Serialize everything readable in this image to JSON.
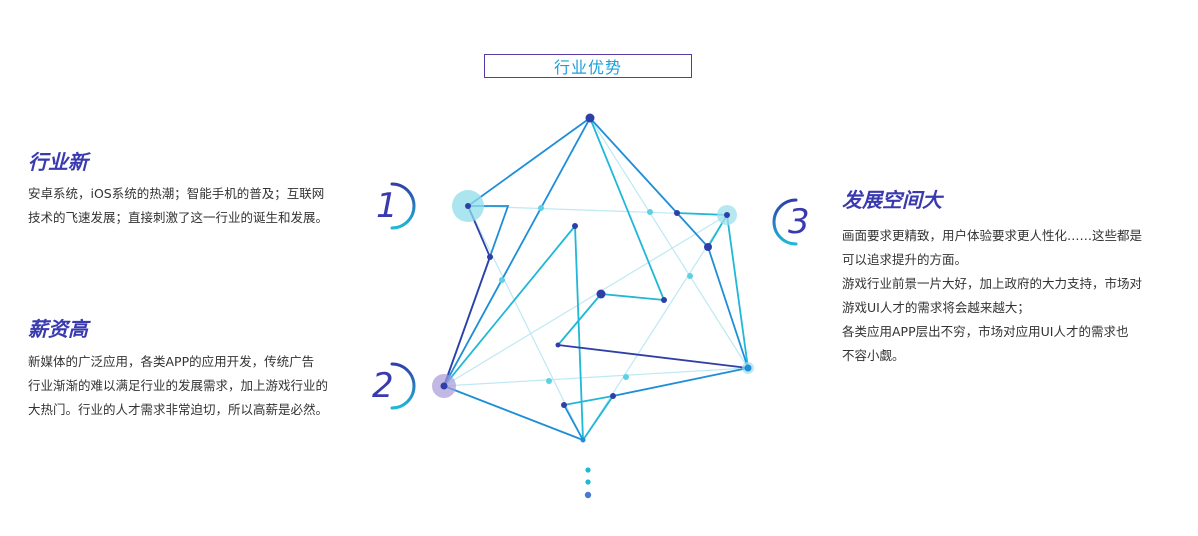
{
  "title": "行业优势",
  "sections": [
    {
      "number": "1",
      "heading": "行业新",
      "lines": [
        "安卓系统，iOS系统的热潮；智能手机的普及；互联网",
        "技术的飞速发展；直接刺激了这一行业的诞生和发展。"
      ]
    },
    {
      "number": "2",
      "heading": "薪资高",
      "lines": [
        "新媒体的广泛应用，各类APP的应用开发，传统广告",
        "行业渐渐的难以满足行业的发展需求，加上游戏行业的",
        "大热门。行业的人才需求非常迫切，所以高薪是必然。"
      ]
    },
    {
      "number": "3",
      "heading": "发展空间大",
      "lines": [
        "画面要求更精致，用户体验要求更人性化……这些都是",
        "可以追求提升的方面。",
        "游戏行业前景一片大好，加上政府的大力支持，市场对",
        "游戏UI人才的需求将会越来越大；",
        "各类应用APP层出不穷，市场对应用UI人才的需求也",
        "不容小觑。"
      ]
    }
  ],
  "colors": {
    "accent": "#3a3ab0",
    "title_text": "#1a9fd8",
    "title_border": "#5a3aa8",
    "line_dark": "#2f3fa8",
    "line_mid": "#1e8ed8",
    "line_cyan": "#1fb8d6",
    "line_light": "#b8e6f2"
  }
}
